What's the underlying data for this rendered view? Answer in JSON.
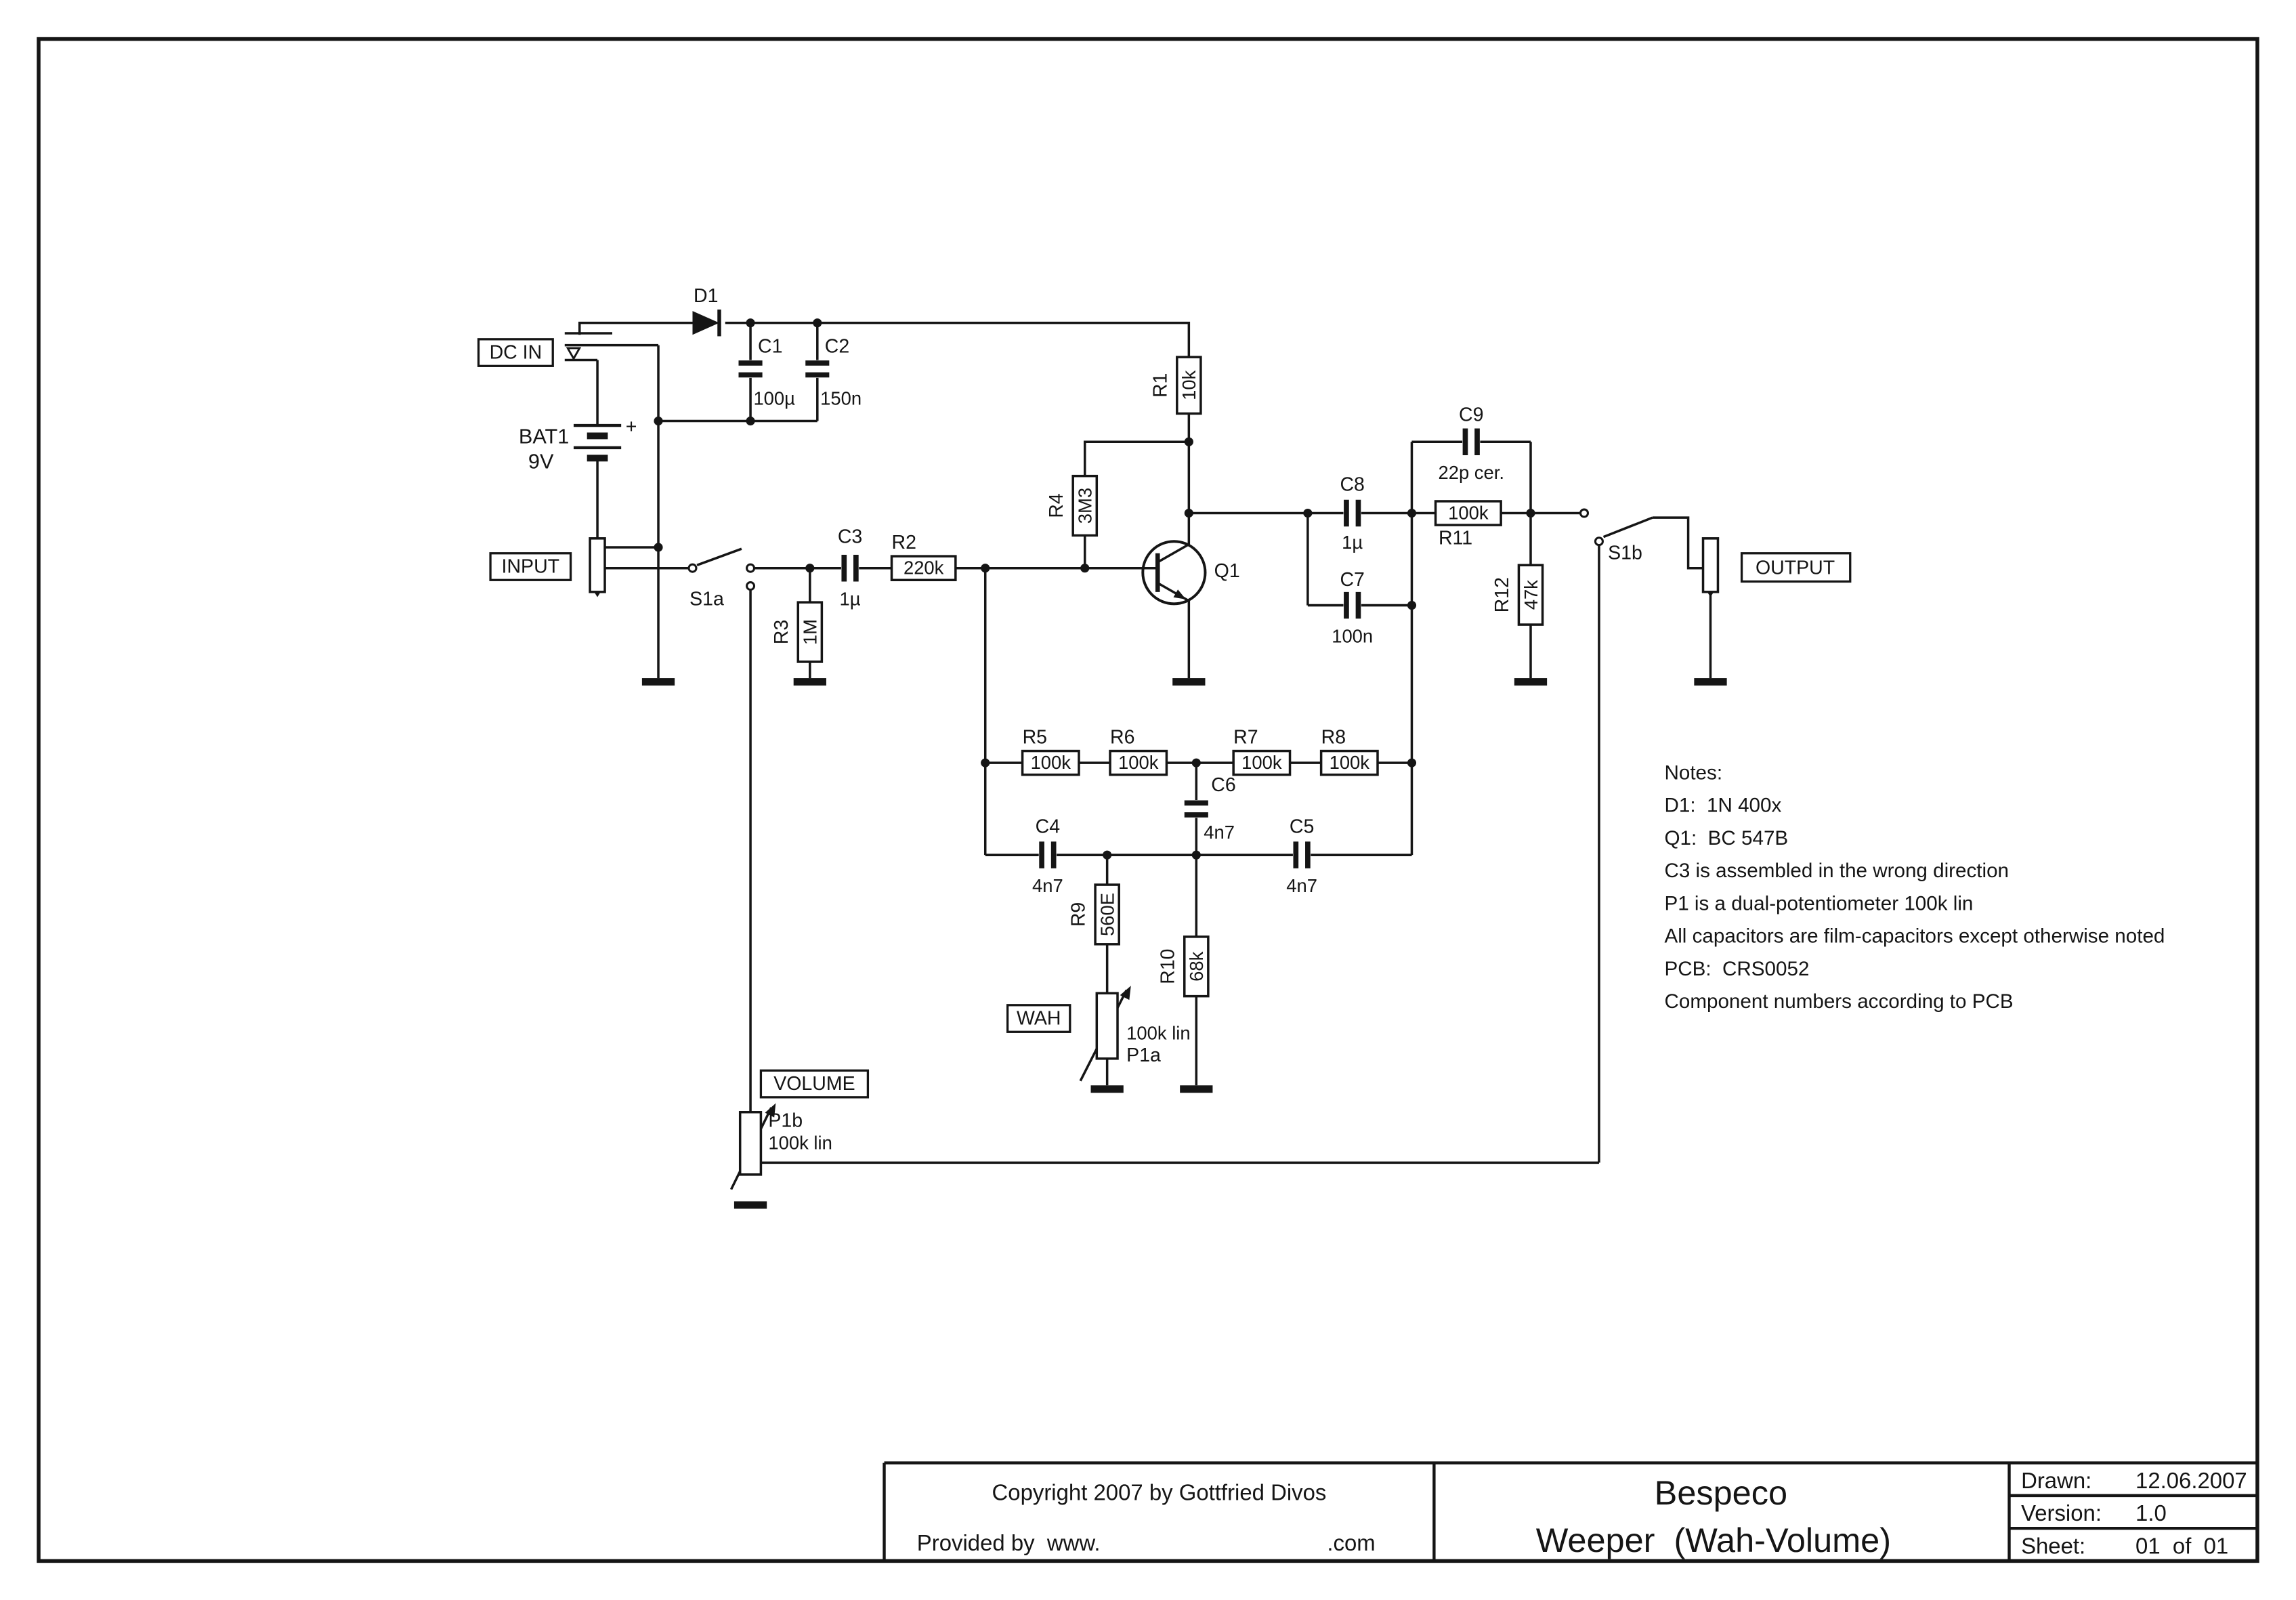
{
  "connector_labels": {
    "dc_in": "DC IN",
    "input": "INPUT",
    "output": "OUTPUT",
    "wah": "WAH",
    "volume": "VOLUME"
  },
  "battery": {
    "ref": "BAT1",
    "value": "9V",
    "polarity": "+"
  },
  "semiconductors": {
    "d1": "D1",
    "q1": "Q1"
  },
  "switches": {
    "s1a": "S1a",
    "s1b": "S1b"
  },
  "resistors": {
    "r1": {
      "ref": "R1",
      "value": "10k"
    },
    "r2": {
      "ref": "R2",
      "value": "220k"
    },
    "r3": {
      "ref": "R3",
      "value": "1M"
    },
    "r4": {
      "ref": "R4",
      "value": "3M3"
    },
    "r5": {
      "ref": "R5",
      "value": "100k"
    },
    "r6": {
      "ref": "R6",
      "value": "100k"
    },
    "r7": {
      "ref": "R7",
      "value": "100k"
    },
    "r8": {
      "ref": "R8",
      "value": "100k"
    },
    "r9": {
      "ref": "R9",
      "value": "560E"
    },
    "r10": {
      "ref": "R10",
      "value": "68k"
    },
    "r11": {
      "ref": "R11",
      "value": "100k"
    },
    "r12": {
      "ref": "R12",
      "value": "47k"
    }
  },
  "capacitors": {
    "c1": {
      "ref": "C1",
      "value": "100µ"
    },
    "c2": {
      "ref": "C2",
      "value": "150n"
    },
    "c3": {
      "ref": "C3",
      "value": "1µ"
    },
    "c4": {
      "ref": "C4",
      "value": "4n7"
    },
    "c5": {
      "ref": "C5",
      "value": "4n7"
    },
    "c6": {
      "ref": "C6",
      "value": "4n7"
    },
    "c7": {
      "ref": "C7",
      "value": "100n"
    },
    "c8": {
      "ref": "C8",
      "value": "1µ"
    },
    "c9": {
      "ref": "C9",
      "value": "22p cer."
    }
  },
  "potentiometers": {
    "p1a": {
      "ref": "P1a",
      "value": "100k lin"
    },
    "p1b": {
      "ref": "P1b",
      "value": "100k lin"
    }
  },
  "notes": {
    "lines": [
      "Notes:",
      "D1:  1N 400x",
      "Q1:  BC 547B",
      "C3 is assembled in the wrong direction",
      "P1 is a dual-potentiometer 100k lin",
      "All capacitors are film-capacitors except otherwise noted",
      "PCB:  CRS0052",
      "Component numbers according to PCB"
    ]
  },
  "title_block": {
    "copyright": "Copyright 2007 by Gottfried Divos",
    "provided_prefix": "Provided by  www.",
    "provided_suffix": ".com",
    "brand": "Bespeco",
    "model": "Weeper  (Wah-Volume)",
    "drawn_label": "Drawn:",
    "drawn_value": "12.06.2007",
    "version_label": "Version:",
    "version_value": "1.0",
    "sheet_label": "Sheet:",
    "sheet_value": "01  of  01"
  }
}
